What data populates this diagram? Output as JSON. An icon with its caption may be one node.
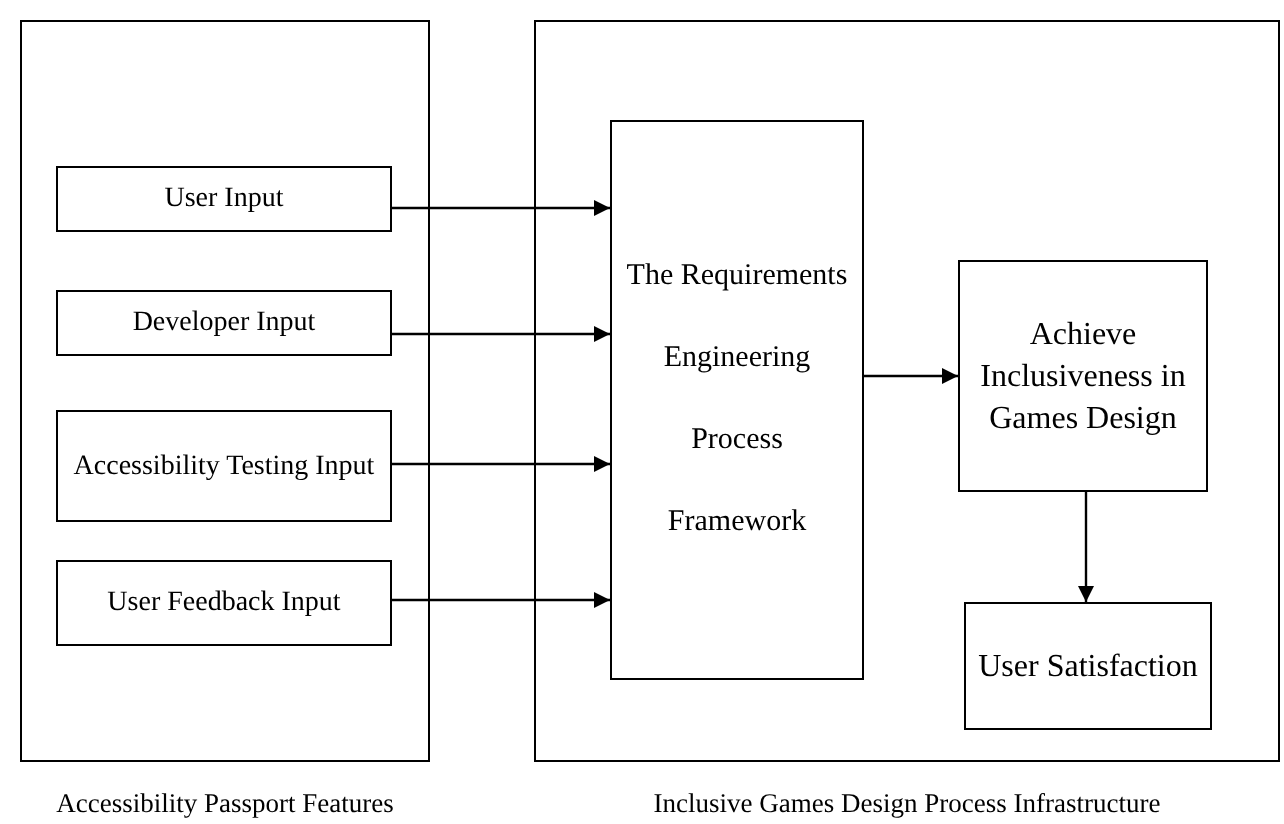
{
  "diagram": {
    "nodes": [
      {
        "text": [
          "Accessibility Passport Features"
        ]
      },
      {
        "text": [
          "User Input"
        ],
        "in": 0
      },
      {
        "text": [
          "Developer Input"
        ],
        "in": 0
      },
      {
        "text": [
          "Accessibility Testing Input"
        ],
        "in": 0
      },
      {
        "text": [
          "User Feedback Input"
        ],
        "in": 0
      },
      {
        "text": [
          "Inclusive Games Design Process Infrastructure"
        ]
      },
      {
        "text": [
          "The Requirements Engineering Process Framework"
        ],
        "in": 5
      },
      {
        "text": [
          "Achieve Inclusiveness in Games Design"
        ],
        "in": 5
      },
      {
        "text": [
          "User Satisfaction"
        ],
        "in": 5
      }
    ],
    "edges": [
      {
        "from": 1,
        "to": 6,
        "arrow": "to"
      },
      {
        "from": 2,
        "to": 6,
        "arrow": "to"
      },
      {
        "from": 3,
        "to": 6,
        "arrow": "to"
      },
      {
        "from": 4,
        "to": 6,
        "arrow": "to"
      },
      {
        "from": 6,
        "to": 7,
        "arrow": "to"
      },
      {
        "from": 7,
        "to": 8,
        "arrow": "to"
      }
    ]
  }
}
